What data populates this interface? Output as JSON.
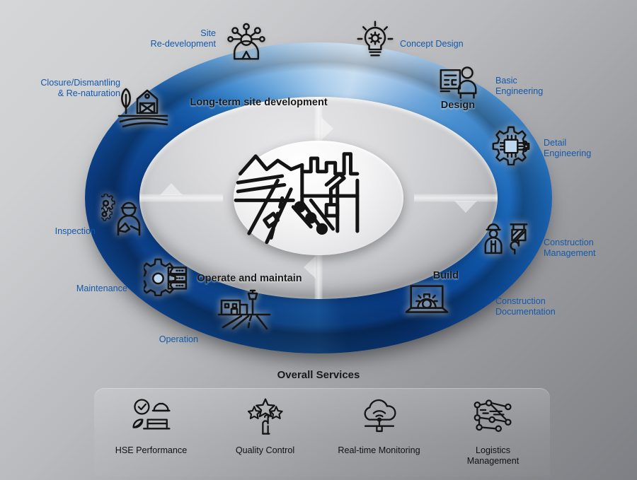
{
  "diagram": {
    "title_overall_services": "Overall Services",
    "quadrants": [
      {
        "id": "long-term-site-development",
        "label": "Long-term site\ndevelopment"
      },
      {
        "id": "design",
        "label": "Design"
      },
      {
        "id": "build",
        "label": "Build"
      },
      {
        "id": "operate-and-maintain",
        "label": "Operate\nand maintain"
      }
    ],
    "nodes": [
      {
        "id": "site-re-development",
        "label": "Site\nRe-development",
        "icon": "idea-person-network-icon"
      },
      {
        "id": "concept-design",
        "label": "Concept Design",
        "icon": "lightbulb-gear-icon"
      },
      {
        "id": "basic-engineering",
        "label": "Basic\nEngineering",
        "icon": "presentation-person-icon"
      },
      {
        "id": "detail-engineering",
        "label": "Detail\nEngineering",
        "icon": "gear-chip-icon"
      },
      {
        "id": "construction-management",
        "label": "Construction\nManagement",
        "icon": "worker-crane-hook-icon"
      },
      {
        "id": "construction-documentation",
        "label": "Construction\nDocumentation",
        "icon": "laptop-gear-icon"
      },
      {
        "id": "operation",
        "label": "Operation",
        "icon": "airport-runway-icon"
      },
      {
        "id": "maintenance",
        "label": "Maintenance",
        "icon": "gear-server-icon"
      },
      {
        "id": "inspection",
        "label": "Inspection",
        "icon": "inspector-gears-icon"
      },
      {
        "id": "closure-dismantling",
        "label": "Closure/Dismantling\n& Re-naturation",
        "icon": "barn-field-tree-icon"
      }
    ],
    "center": {
      "icon": "infrastructure-cityscape-icon"
    },
    "services": [
      {
        "id": "hse-performance",
        "label": "HSE Performance",
        "icon": "helmet-leaf-check-icon"
      },
      {
        "id": "quality-control",
        "label": "Quality Control",
        "icon": "stars-hand-rating-icon"
      },
      {
        "id": "real-time-monitoring",
        "label": "Real-time Monitoring",
        "icon": "cloud-wifi-network-icon"
      },
      {
        "id": "logistics-management",
        "label": "Logistics\nManagement",
        "icon": "logistics-nodes-icon"
      }
    ],
    "colors": {
      "label_blue": "#1359ab",
      "ring_dark_blue": "#0a3f8c",
      "ring_light_blue": "#b9d5ee",
      "heading_black": "#1a1a1a"
    }
  }
}
